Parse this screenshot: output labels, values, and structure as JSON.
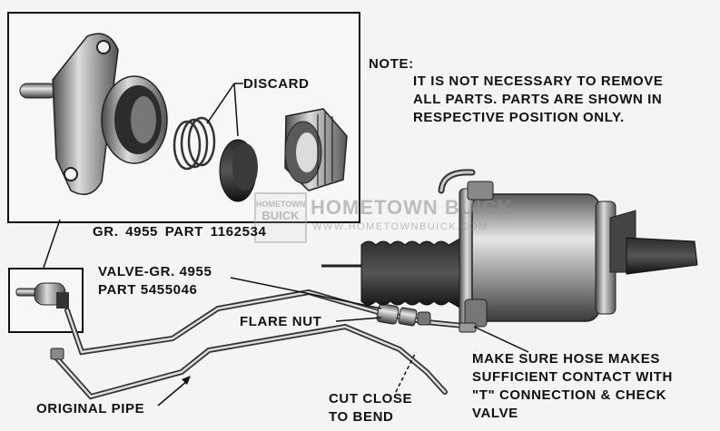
{
  "note": {
    "heading": "NOTE:",
    "line1": "IT IS NOT NECESSARY TO REMOVE",
    "line2": "ALL PARTS. PARTS ARE SHOWN IN",
    "line3": "RESPECTIVE POSITION ONLY."
  },
  "labels": {
    "discard": "DISCARD",
    "part_caption": "GR. 4955  PART 1162534",
    "valve_line1": "VALVE-GR. 4955",
    "valve_line2": "PART 5455046",
    "flare_nut": "FLARE NUT",
    "original_pipe": "ORIGINAL PIPE",
    "cut_line1": "CUT CLOSE",
    "cut_line2": "TO BEND",
    "hose_line1": "MAKE SURE HOSE MAKES",
    "hose_line2": "SUFFICIENT CONTACT WITH",
    "hose_line3": "\"T\" CONNECTION & CHECK",
    "hose_line4": "VALVE"
  },
  "watermark": {
    "logo_top": "HOMETOWN",
    "logo_bottom": "BUICK",
    "name": "HOMETOWN BUICK",
    "url": "WWW.HOMETOWNBUICK.COM"
  }
}
